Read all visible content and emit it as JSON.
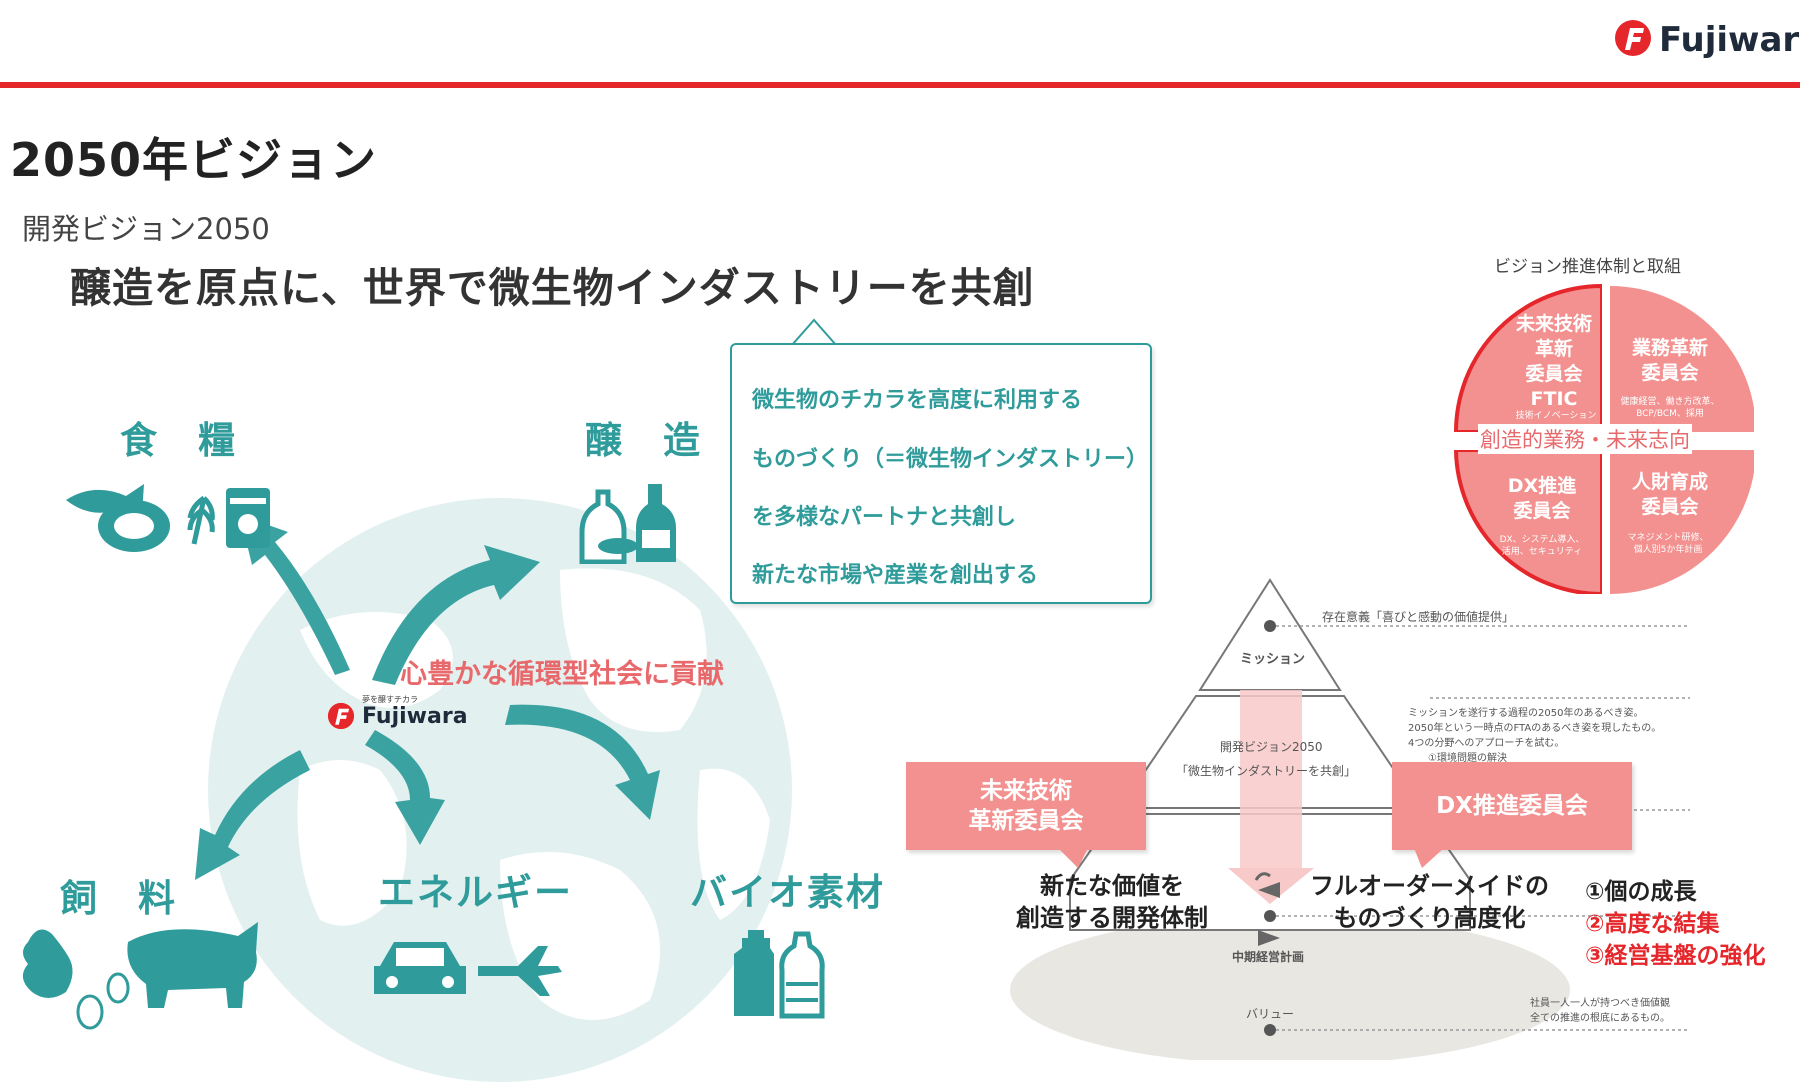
{
  "header": {
    "logo_text": "Fujiwara",
    "colors": {
      "rule": "#e5262b",
      "teal": "#2f9c9b",
      "salmon": "#f2918f"
    }
  },
  "slide": {
    "title": "2050年ビジョン",
    "subtitle": "開発ビジョン2050",
    "headline": "醸造を原点に、世界で微生物インダストリーを共創"
  },
  "left": {
    "categories": {
      "food": "食　糧",
      "brewing": "醸　造",
      "feed": "飼　料",
      "energy": "エネルギー",
      "bio": "バイオ素材"
    },
    "center_message": "心豊かな循環型社会に貢献",
    "center_logo_tagline": "夢を醸すチカラ",
    "center_logo_text": "Fujiwara",
    "callout_lines": [
      "微生物のチカラを高度に利用する",
      "ものづくり（＝微生物インダストリー）",
      "を多様なパートナと共創し",
      "新たな市場や産業を創出する"
    ]
  },
  "right": {
    "pie_title": "ビジョン推進体制と取組",
    "pie_center_label": "創造的業務・未来志向",
    "quadrants": [
      {
        "title": "未来技術\n革新\n委員会\nFTIC",
        "sub": "技術イノベーション"
      },
      {
        "title": "業務革新\n委員会",
        "sub": "健康経営、働き方改革、\nBCP/BCM、採用"
      },
      {
        "title": "DX推進\n委員会",
        "sub": "DX、システム導入、\n活用、セキュリティ"
      },
      {
        "title": "人財育成\n委員会",
        "sub": "マネジメント研修、\n個人別5か年計画"
      }
    ],
    "pyramid": {
      "existence_note": "存在意義「喜びと感動の価値提供」",
      "mission_label": "ミッション",
      "vision_label_1": "開発ビジョン2050",
      "vision_label_2": "「微生物インダストリーを共創」",
      "vision_note_1": "ミッションを遂行する過程の2050年のあるべき姿。",
      "vision_note_2": "2050年という一時点のFTAのあるべき姿を現したもの。",
      "vision_note_3": "4つの分野へのアプローチを試む。",
      "vision_note_4": "①環境問題の解決",
      "midterm_label": "中期経営計画",
      "values_label": "バリュー",
      "values_note_1": "社員一人一人が持つべき価値観",
      "values_note_2": "全ての推進の根底にあるもの。"
    },
    "box_left": "未来技術\n革新委員会",
    "box_right": "DX推進委員会",
    "left_caption": "新たな価値を\n創造する開発体制",
    "right_caption": "フルオーダーメイドの\nものづくり高度化",
    "numbered": [
      "①個の成長",
      "②高度な結集",
      "③経営基盤の強化"
    ]
  }
}
